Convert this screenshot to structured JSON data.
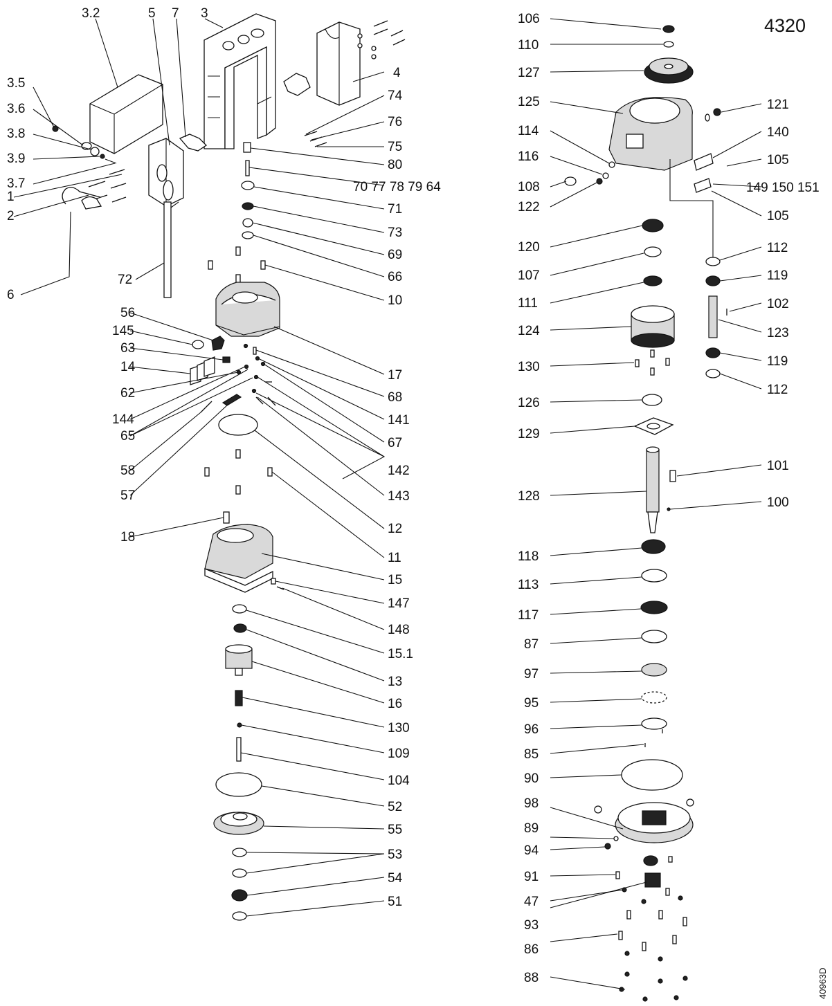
{
  "drawing": {
    "title": "4320",
    "doc_number": "40963D"
  },
  "labels": {
    "l_106": "106",
    "l_110": "110",
    "l_127": "127",
    "l_125": "125",
    "l_121": "121",
    "l_114": "114",
    "l_140": "140",
    "l_116": "116",
    "l_105a": "105",
    "l_108": "108",
    "l_149": "149 150 151",
    "l_122": "122",
    "l_105b": "105",
    "l_120": "120",
    "l_112a": "112",
    "l_107": "107",
    "l_119a": "119",
    "l_111": "111",
    "l_102": "102",
    "l_124": "124",
    "l_123": "123",
    "l_130r": "130",
    "l_119b": "119",
    "l_112b": "112",
    "l_126": "126",
    "l_129": "129",
    "l_101": "101",
    "l_128": "128",
    "l_100": "100",
    "l_118": "118",
    "l_113": "113",
    "l_117": "117",
    "l_87": "87",
    "l_97": "97",
    "l_95": "95",
    "l_96": "96",
    "l_85": "85",
    "l_90": "90",
    "l_98": "98",
    "l_89": "89",
    "l_94": "94",
    "l_91": "91",
    "l_47": "47",
    "l_93": "93",
    "l_86": "86",
    "l_88": "88",
    "l_32": "3.2",
    "l_5": "5",
    "l_7": "7",
    "l_3": "3",
    "l_35": "3.5",
    "l_36": "3.6",
    "l_38": "3.8",
    "l_39": "3.9",
    "l_37": "3.7",
    "l_1": "1",
    "l_2": "2",
    "l_6": "6",
    "l_4": "4",
    "l_74": "74",
    "l_76": "76",
    "l_75": "75",
    "l_80": "80",
    "l_70": "70 77 78 79 64",
    "l_71": "71",
    "l_73": "73",
    "l_69": "69",
    "l_66": "66",
    "l_72": "72",
    "l_10": "10",
    "l_56": "56",
    "l_145": "145",
    "l_63": "63",
    "l_14": "14",
    "l_62": "62",
    "l_144": "144",
    "l_65": "65",
    "l_58": "58",
    "l_57": "57",
    "l_17": "17",
    "l_68": "68",
    "l_141": "141",
    "l_67": "67",
    "l_142": "142",
    "l_143": "143",
    "l_12": "12",
    "l_11": "11",
    "l_18": "18",
    "l_15": "15",
    "l_147": "147",
    "l_148": "148",
    "l_151": "15.1",
    "l_13": "13",
    "l_16": "16",
    "l_130c": "130",
    "l_109": "109",
    "l_104": "104",
    "l_52": "52",
    "l_55": "55",
    "l_53": "53",
    "l_54": "54",
    "l_51": "51"
  }
}
